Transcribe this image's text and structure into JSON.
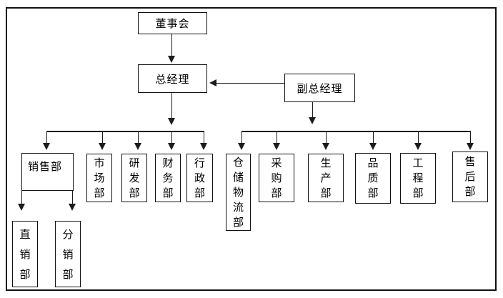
{
  "org_chart": {
    "nodes": {
      "board": "董事会",
      "general_manager": "总经理",
      "deputy_general_manager": "副总经理",
      "sales": "销售部",
      "marketing": "市场部",
      "research_development": "研发部",
      "finance": "财务部",
      "administration": "行政部",
      "warehouse_logistics": "仓储物流部",
      "purchasing": "采购部",
      "production": "生产部",
      "quality": "品质部",
      "engineering": "工程部",
      "after_sales": "售后部",
      "direct_sales": "直销部",
      "distribution": "分销部"
    },
    "edges": [
      {
        "from": "board",
        "to": "general_manager"
      },
      {
        "from": "deputy_general_manager",
        "to": "general_manager"
      },
      {
        "from": "general_manager",
        "to": [
          "sales",
          "marketing",
          "research_development",
          "finance",
          "administration"
        ]
      },
      {
        "from": "deputy_general_manager",
        "to": [
          "warehouse_logistics",
          "purchasing",
          "production",
          "quality",
          "engineering",
          "after_sales"
        ]
      },
      {
        "from": "sales",
        "to": [
          "direct_sales",
          "distribution"
        ]
      }
    ],
    "colors": {
      "background": "#ffffff",
      "box_border": "#111111",
      "line": "#1c1c1c",
      "text": "#000000"
    }
  }
}
